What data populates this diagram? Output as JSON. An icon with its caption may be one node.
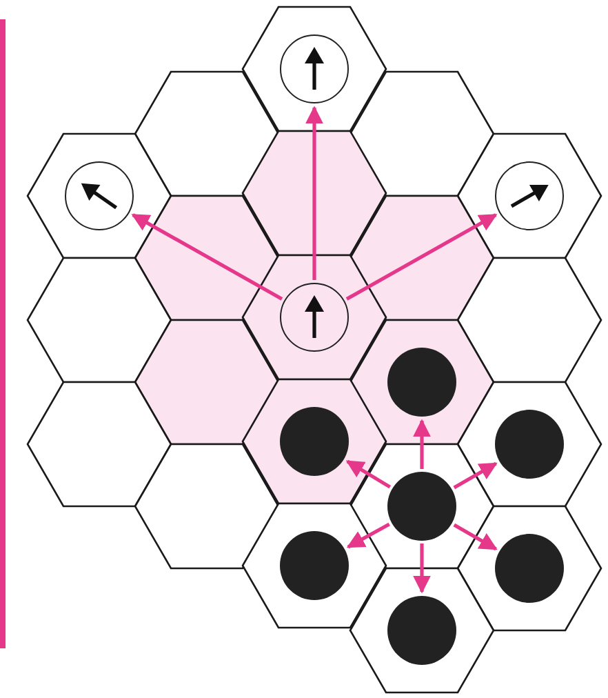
{
  "diagram": {
    "nodes": [
      {
        "text": [],
        "shape": "circle"
      },
      {
        "text": [],
        "shape": "circle"
      },
      {
        "text": [],
        "shape": "circle"
      },
      {
        "text": [],
        "shape": "circle"
      },
      {
        "text": [],
        "shape": "dot"
      },
      {
        "text": [],
        "shape": "dot"
      },
      {
        "text": [],
        "shape": "dot"
      },
      {
        "text": [],
        "shape": "dot"
      },
      {
        "text": [],
        "shape": "dot"
      },
      {
        "text": [],
        "shape": "dot"
      },
      {
        "text": [],
        "shape": "dot"
      }
    ],
    "edges": [
      {
        "from": 3,
        "to": 0,
        "arrow": "to"
      },
      {
        "from": 3,
        "to": 1,
        "arrow": "to"
      },
      {
        "from": 3,
        "to": 2,
        "arrow": "to"
      },
      {
        "from": 7,
        "to": 4,
        "arrow": "to"
      },
      {
        "from": 7,
        "to": 5,
        "arrow": "to"
      },
      {
        "from": 7,
        "to": 6,
        "arrow": "to"
      },
      {
        "from": 7,
        "to": 8,
        "arrow": "to"
      },
      {
        "from": 7,
        "to": 9,
        "arrow": "to"
      },
      {
        "from": 7,
        "to": 10,
        "arrow": "to"
      }
    ]
  }
}
